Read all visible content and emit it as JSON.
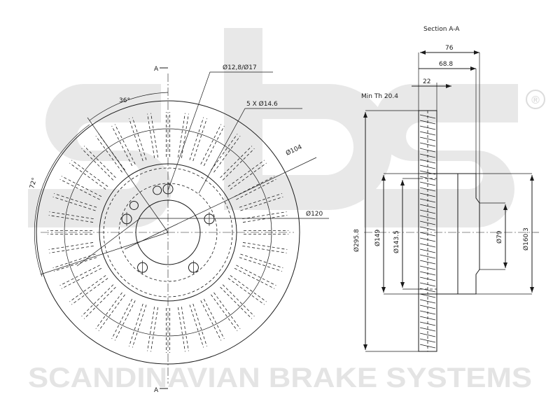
{
  "watermark": {
    "brand_letters": "sbs",
    "registered_mark": "®",
    "company_name": "SCANDINAVIAN BRAKE SYSTEMS",
    "color": "#e4e4e4"
  },
  "front_view": {
    "section_marker_top": "A",
    "section_marker_bottom": "A",
    "angle_top": "36°",
    "angle_left": "72°",
    "hole_dims": "Ø12,8/Ø17",
    "bolt_pattern": "5 X Ø14.6",
    "dia_104": "Ø104",
    "dia_120": "Ø120"
  },
  "section_view": {
    "title": "Section A-A",
    "width_total": "76",
    "width_hat": "68.8",
    "min_thickness": "Min Th 20.4",
    "thickness": "22",
    "dia_outer": "Ø295.8",
    "dia_149": "Ø149",
    "dia_143": "Ø143.5",
    "dia_79": "Ø79",
    "dia_160": "Ø160.3"
  },
  "colors": {
    "line": "#1a1a1a",
    "background": "#ffffff"
  }
}
